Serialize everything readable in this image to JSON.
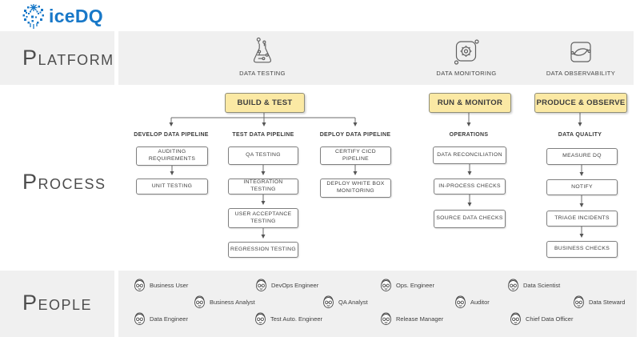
{
  "logo": {
    "text": "iceDQ",
    "icon": "brain-icon"
  },
  "sections": {
    "platform": "Platform",
    "process": "Process",
    "people": "People"
  },
  "platform": {
    "items": [
      {
        "label": "DATA TESTING",
        "icon": "flask-icon"
      },
      {
        "label": "DATA MONITORING",
        "icon": "gear-icon"
      },
      {
        "label": "DATA OBSERVABILITY",
        "icon": "observability-icon"
      }
    ]
  },
  "process": {
    "headers": [
      {
        "label": "BUILD & TEST"
      },
      {
        "label": "RUN & MONITOR"
      },
      {
        "label": "PRODUCE & OBSERVE"
      }
    ],
    "columns": [
      {
        "title": "DEVELOP DATA PIPELINE",
        "boxes": [
          "AUDITING\nREQUIREMENTS",
          "UNIT TESTING"
        ]
      },
      {
        "title": "TEST DATA PIPELINE",
        "boxes": [
          "QA TESTING",
          "INTEGRATION TESTING",
          "USER ACCEPTANCE\nTESTING",
          "REGRESSION TESTING"
        ]
      },
      {
        "title": "DEPLOY DATA PIPELINE",
        "boxes": [
          "CERTIFY CICD PIPELINE",
          "DEPLOY WHITE BOX\nMONITORING"
        ]
      },
      {
        "title": "OPERATIONS",
        "boxes": [
          "DATA RECONCILIATION",
          "IN-PROCESS CHECKS",
          "SOURCE DATA CHECKS"
        ]
      },
      {
        "title": "DATA QUALITY",
        "boxes": [
          "MEASURE DQ",
          "NOTIFY",
          "TRIAGE INCIDENTS",
          "BUSINESS CHECKS"
        ]
      }
    ]
  },
  "people": [
    {
      "label": "Business User"
    },
    {
      "label": "DevOps Engineer"
    },
    {
      "label": "Ops. Engineer"
    },
    {
      "label": "Data Scientist"
    },
    {
      "label": "Business Analyst"
    },
    {
      "label": "QA Analyst"
    },
    {
      "label": "Auditor"
    },
    {
      "label": "Data Steward"
    },
    {
      "label": "Data Engineer"
    },
    {
      "label": "Test Auto. Engineer"
    },
    {
      "label": "Release Manager"
    },
    {
      "label": "Chief Data Officer"
    }
  ],
  "colors": {
    "accent_yellow": "#fbe9a4",
    "band_gray": "#f0f0f0",
    "logo_blue": "#1878c8",
    "box_border": "#7f7f7f",
    "arrow_gray": "#666666"
  }
}
